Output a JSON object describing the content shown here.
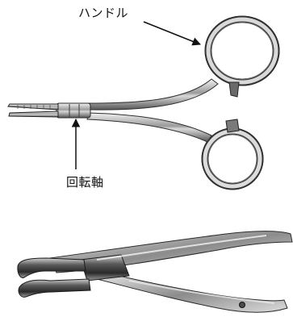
{
  "labels": {
    "handle": "ハンドル",
    "pivot": "回転軸"
  },
  "colors": {
    "ink": "#111111",
    "steel_light": "#e4e4e4",
    "steel_mid": "#a8a8a8",
    "steel_dark": "#3a3a3a"
  },
  "illustrations": [
    {
      "name": "hemostat-forceps"
    },
    {
      "name": "extraction-forceps"
    }
  ]
}
